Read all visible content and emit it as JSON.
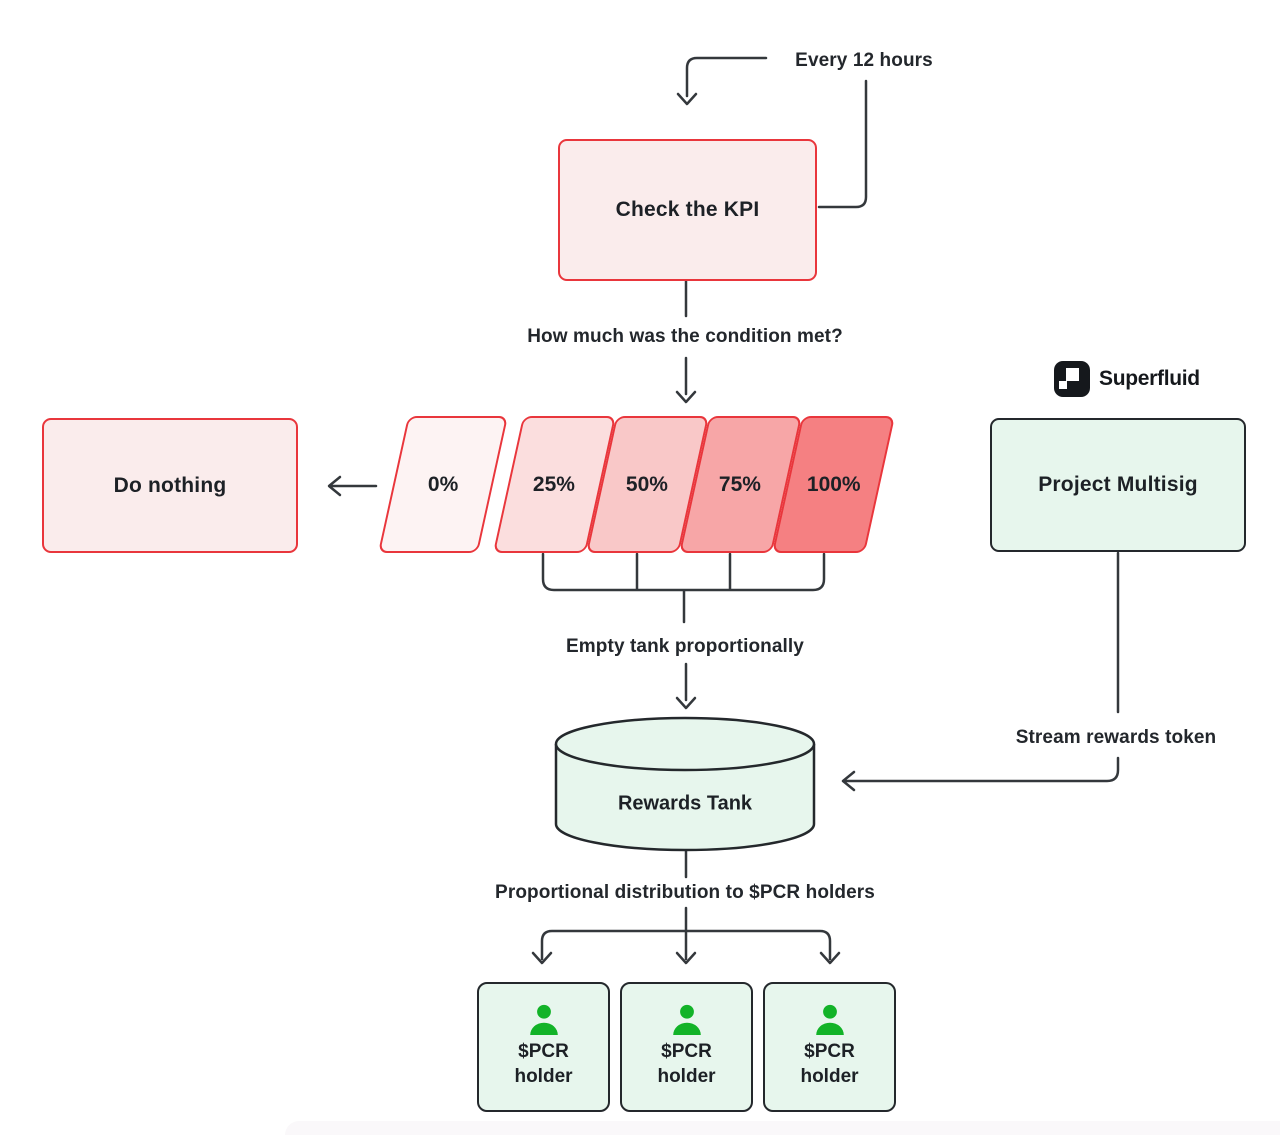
{
  "colors": {
    "line": "#34383c",
    "red_border": "#e9363c",
    "red_fill_light": "#faecec",
    "green_fill": "#e7f6ed",
    "dark_border": "#24282c",
    "person_green": "#12b328",
    "text_dark": "#1d2126"
  },
  "nodes": {
    "trigger": "Every 12 hours",
    "check_kpi": "Check the KPI",
    "question": "How much was the condition met?",
    "do_nothing": "Do nothing",
    "empty_tank": "Empty tank proportionally",
    "rewards_tank": "Rewards Tank",
    "project_multisig": "Project Multisig",
    "stream_rewards": "Stream rewards token",
    "distribution": "Proportional distribution to $PCR holders"
  },
  "levels": [
    {
      "label": "0%",
      "fill": "#fdf3f3"
    },
    {
      "label": "25%",
      "fill": "#fbdede"
    },
    {
      "label": "50%",
      "fill": "#f9c8c8"
    },
    {
      "label": "75%",
      "fill": "#f7a6a7"
    },
    {
      "label": "100%",
      "fill": "#f58082"
    }
  ],
  "holders": [
    {
      "label": "$PCR holder"
    },
    {
      "label": "$PCR holder"
    },
    {
      "label": "$PCR holder"
    }
  ],
  "brand": {
    "name": "Superfluid"
  }
}
